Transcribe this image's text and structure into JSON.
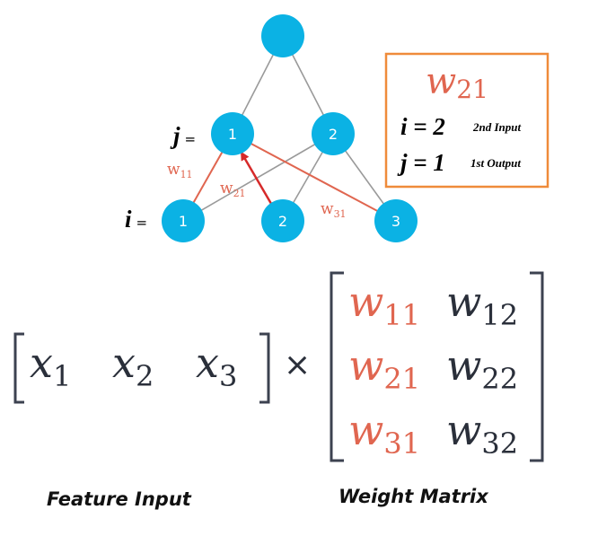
{
  "network": {
    "nodes": [
      {
        "id": "top",
        "label": ""
      },
      {
        "id": "h1",
        "label": "1"
      },
      {
        "id": "h2",
        "label": "2"
      },
      {
        "id": "in1",
        "label": "1"
      },
      {
        "id": "in2",
        "label": "2"
      },
      {
        "id": "in3",
        "label": "3"
      }
    ],
    "edges": [
      {
        "from": "top",
        "to": "h1",
        "highlight": false
      },
      {
        "from": "top",
        "to": "h2",
        "highlight": false
      },
      {
        "from": "h2",
        "to": "in1",
        "highlight": false
      },
      {
        "from": "h2",
        "to": "in2",
        "highlight": false
      },
      {
        "from": "h2",
        "to": "in3",
        "highlight": false
      },
      {
        "from": "h1",
        "to": "in1",
        "highlight": true
      },
      {
        "from": "h1",
        "to": "in3",
        "highlight": true
      }
    ],
    "edge_labels": {
      "w11": {
        "base": "w",
        "sub": "11"
      },
      "w21": {
        "base": "w",
        "sub": "21"
      },
      "w31": {
        "base": "w",
        "sub": "31"
      }
    },
    "j_label": {
      "var": "j",
      "eq": "="
    },
    "i_label": {
      "var": "i",
      "eq": "="
    }
  },
  "legend_box": {
    "weight": {
      "base": "w",
      "sub": "21"
    },
    "i_line": {
      "text": "i = 2",
      "note": "2nd Input"
    },
    "j_line": {
      "text": "j = 1",
      "note": "1st Output"
    }
  },
  "equation": {
    "vector": [
      {
        "base": "x",
        "sub": "1"
      },
      {
        "base": "x",
        "sub": "2"
      },
      {
        "base": "x",
        "sub": "3"
      }
    ],
    "times": "×",
    "matrix": [
      [
        {
          "base": "w",
          "sub": "11",
          "highlight": true
        },
        {
          "base": "w",
          "sub": "12",
          "highlight": false
        }
      ],
      [
        {
          "base": "w",
          "sub": "21",
          "highlight": true
        },
        {
          "base": "w",
          "sub": "22",
          "highlight": false
        }
      ],
      [
        {
          "base": "w",
          "sub": "31",
          "highlight": true
        },
        {
          "base": "w",
          "sub": "32",
          "highlight": false
        }
      ]
    ]
  },
  "captions": {
    "feature": "Feature Input",
    "weight": "Weight Matrix"
  },
  "colors": {
    "node": "#0bb2e4",
    "edge": "#9a9a9a",
    "highlight": "#e06650",
    "arrow": "#d62a2a",
    "box_border": "#ef8b3a",
    "text_dark": "#2a2f3a",
    "bracket": "#3c4250"
  }
}
